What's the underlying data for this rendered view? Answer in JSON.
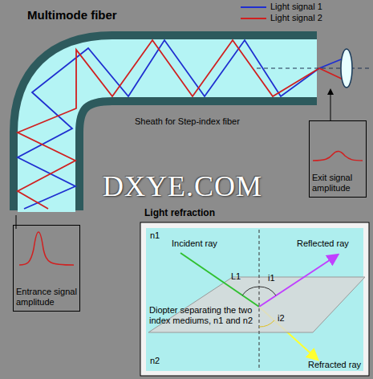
{
  "diagram": {
    "title": "Multimode fiber",
    "nodes": [
      {
        "text": [
          "Entrance signal amplitude"
        ]
      },
      {
        "text": [
          "Exit signal amplitude"
        ]
      },
      {
        "text": [
          "Light refraction"
        ]
      }
    ],
    "edges": [],
    "labels": [
      "Sheath for Step-index fiber",
      "DXYE.COM",
      "n1",
      "Incident ray",
      "Reflected ray",
      "L1",
      "i1",
      "Diopter separating the two index mediums, n1 and n2",
      "i2",
      "n2",
      "Refracted ray"
    ],
    "legend": [
      {
        "text": "Light signal 1"
      },
      {
        "text": "Light signal 2"
      }
    ]
  }
}
